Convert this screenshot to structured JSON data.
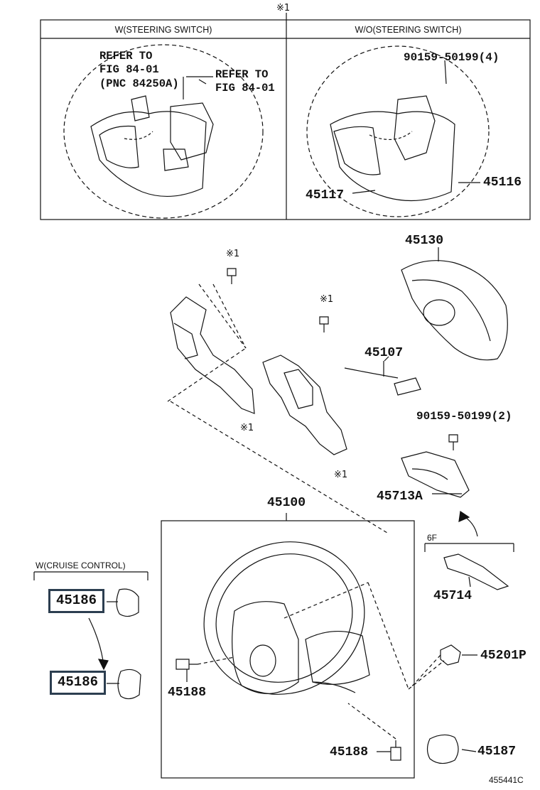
{
  "top_mark": "※1",
  "panels": {
    "left_header": "W(STEERING SWITCH)",
    "right_header": "W/O(STEERING SWITCH)",
    "left_ref_1": [
      "REFER TO",
      "FIG 84-01",
      "(PNC 84250A)"
    ],
    "left_ref_2": [
      "REFER TO",
      "FIG 84-01"
    ],
    "right_bolt": "90159-50199(4)",
    "right_part_left": "45117",
    "right_part_right": "45116"
  },
  "parts": {
    "p45130": "45130",
    "p45107": "45107",
    "bolt2": "90159-50199(2)",
    "p45713a": "45713A",
    "p45100": "45100",
    "six_f": "6F",
    "p45714": "45714",
    "p45201p": "45201P",
    "p45188a": "45188",
    "p45188b": "45188",
    "p45187": "45187",
    "cruise_header": "W(CRUISE CONTROL)",
    "p45186a": "45186",
    "p45186b": "45186"
  },
  "marks": {
    "m1": "※1",
    "m2": "※1",
    "m3": "※1",
    "m4": "※1"
  },
  "figure_id": "455441C"
}
